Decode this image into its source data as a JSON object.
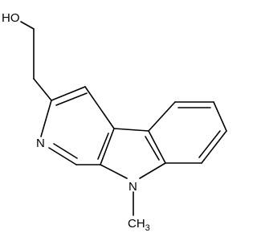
{
  "molecule": {
    "atoms": {
      "hydroxyl": "HO",
      "pyridine_nitrogen": "N",
      "indole_nitrogen": "N",
      "methyl": "CH",
      "methyl_subscript": "3"
    }
  }
}
